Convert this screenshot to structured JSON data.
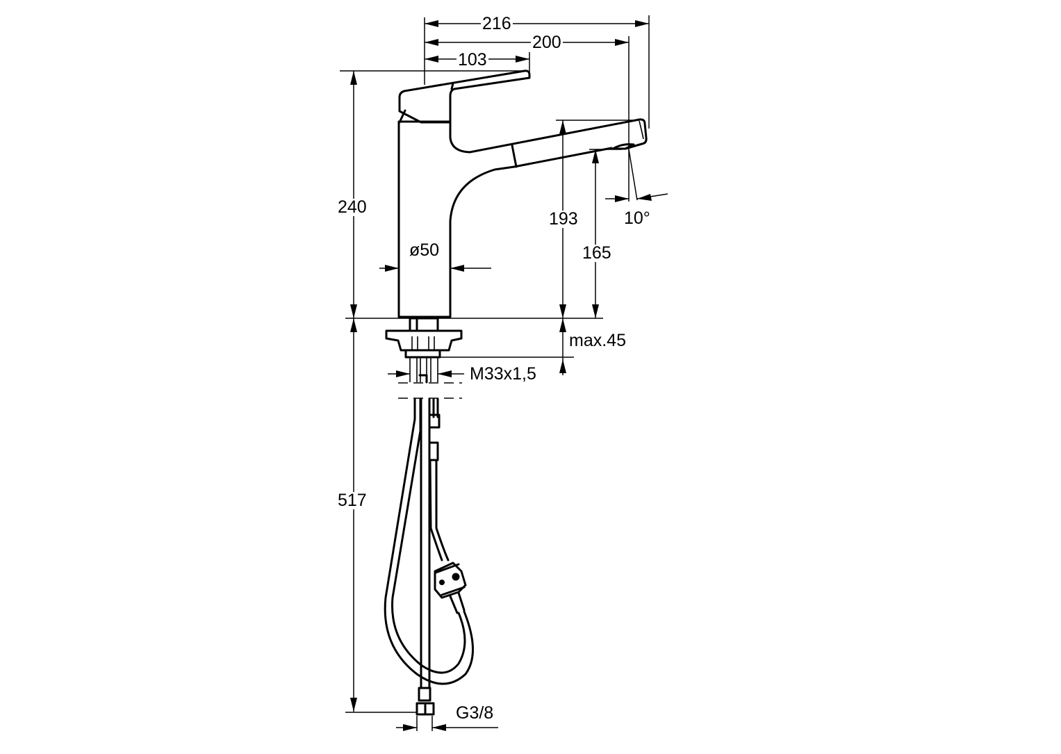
{
  "drawing": {
    "subject": "single-lever kitchen faucet with pull-out spray – dimension drawing",
    "units": "mm",
    "line_color": "#000000",
    "background": "#ffffff"
  },
  "dimensions": {
    "overall_reach": "216",
    "spout_reach": "200",
    "lever_reach": "103",
    "overall_height": "240",
    "spout_top_height": "193",
    "outlet_height": "165",
    "spray_angle": "10°",
    "body_diameter": "ø50",
    "max_deck_thickness": "max.45",
    "mounting_thread": "M33x1,5",
    "hose_length": "517",
    "connection_thread": "G3/8"
  }
}
